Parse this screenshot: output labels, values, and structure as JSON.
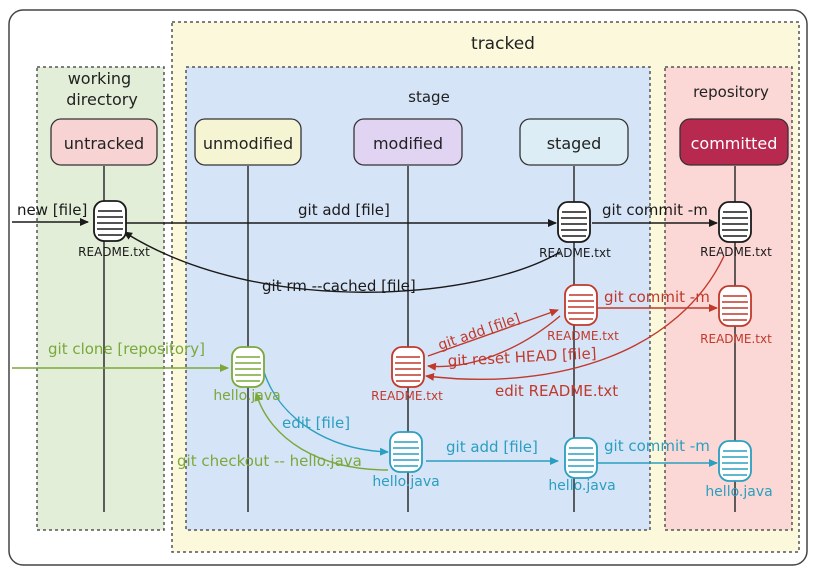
{
  "zones": {
    "tracked": "tracked",
    "working_directory": [
      "working",
      "directory"
    ],
    "stage": "stage",
    "repository": "repository"
  },
  "states": {
    "untracked": "untracked",
    "unmodified": "unmodified",
    "modified": "modified",
    "staged": "staged",
    "committed": "committed"
  },
  "files": {
    "readme_untracked": "README.txt",
    "readme_staged": "README.txt",
    "readme_committed": "README.txt",
    "readme_modified": "README.txt",
    "readme_restaged": "README.txt",
    "readme_recommitted": "README.txt",
    "hello_unmodified": "hello.java",
    "hello_modified": "hello.java",
    "hello_staged": "hello.java",
    "hello_committed": "hello.java"
  },
  "commands": {
    "new_file": "new [file]",
    "git_add_1": "git add [file]",
    "git_commit_1": "git commit -m",
    "git_rm_cached": "git rm --cached [file]",
    "git_add_2": "git add [file]",
    "git_commit_2": "git commit -m",
    "git_reset_head": "git reset HEAD [file]",
    "edit_readme": "edit README.txt",
    "git_clone": "git clone [repository]",
    "edit_file": "edit [file]",
    "git_checkout": "git checkout -- hello.java",
    "git_add_3": "git add [file]",
    "git_commit_3": "git commit -m"
  },
  "colors": {
    "black": "#1a1a1a",
    "red": "#c0392b",
    "green": "#7aa83a",
    "blue": "#2a9fc0"
  }
}
